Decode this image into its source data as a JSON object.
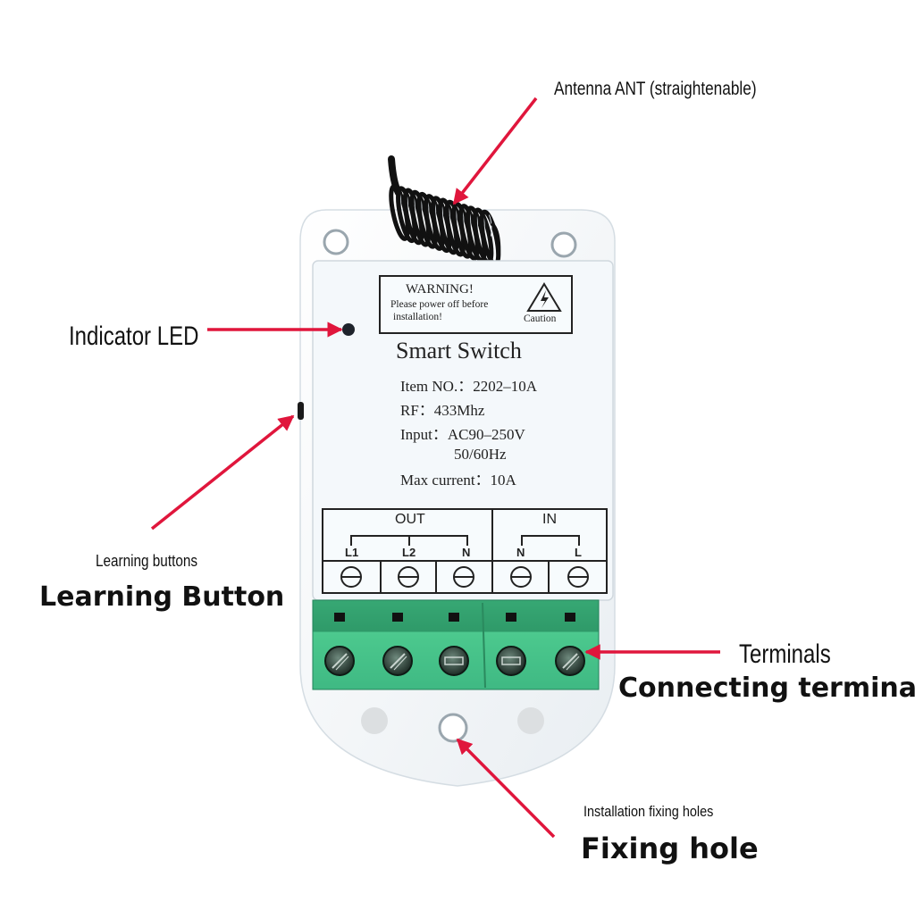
{
  "title": "Smart Switch wiring diagram",
  "colors": {
    "arrow": "#e0163c",
    "housing": "#f2f6f9",
    "terminal_green": "#3fbf84",
    "terminal_green_dark": "#2e9d69",
    "text": "#111111"
  },
  "callouts": {
    "antenna": {
      "label": "Antenna ANT (straightenable)"
    },
    "led": {
      "label": "Indicator LED"
    },
    "learning": {
      "small": "Learning buttons",
      "big": "Learning Button"
    },
    "terminals": {
      "small": "Terminals",
      "big": "Connecting terminal"
    },
    "fixing": {
      "small": "Installation fixing holes",
      "big": "Fixing hole"
    }
  },
  "device": {
    "warning": {
      "title": "WARNING!",
      "line1": "Please power off before",
      "line2": "installation!",
      "caution": "Caution",
      "icon": "high-voltage-triangle-icon"
    },
    "product_name": "Smart Switch",
    "specs": {
      "item_no": "Item NO.：2202–10A",
      "rf": "RF：433Mhz",
      "input": "Input：AC90–250V",
      "freq": "50/60Hz",
      "max_current": "Max current：10A"
    },
    "terminal_panel": {
      "out_label": "OUT",
      "in_label": "IN",
      "out_pins": [
        "L1",
        "L2",
        "N"
      ],
      "in_pins": [
        "N",
        "L"
      ]
    }
  }
}
